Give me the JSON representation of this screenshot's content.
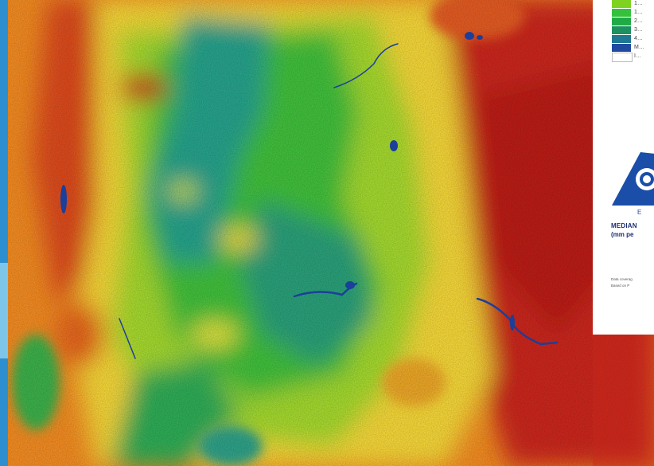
{
  "colors": {
    "water": "#1b3f9a",
    "red": "#c8281c",
    "orange": "#f07a1e",
    "yellow": "#f6e23a",
    "lightgreen": "#9ad830",
    "green": "#2eb840",
    "teal": "#27a08a",
    "legend_text": "#444444",
    "title_text": "#1c2f6e",
    "logo_blue": "#1a4ea8"
  },
  "legend": {
    "items": [
      {
        "label": "1…",
        "color": "#7ed321"
      },
      {
        "label": "1…",
        "color": "#34c23c"
      },
      {
        "label": "2…",
        "color": "#1faa45"
      },
      {
        "label": "3…",
        "color": "#1b9160"
      },
      {
        "label": "4…",
        "color": "#1e7892"
      },
      {
        "label": "M…",
        "color": "#1f4a9e"
      },
      {
        "label": "I…",
        "color": "#ffffff"
      }
    ]
  },
  "title": {
    "line1": "MEDIAN",
    "line2": "(mm pe"
  },
  "footnotes": [
    "Data coverag",
    "Based on P"
  ],
  "logo": {
    "name": "agency-logo",
    "lettering": "E"
  }
}
